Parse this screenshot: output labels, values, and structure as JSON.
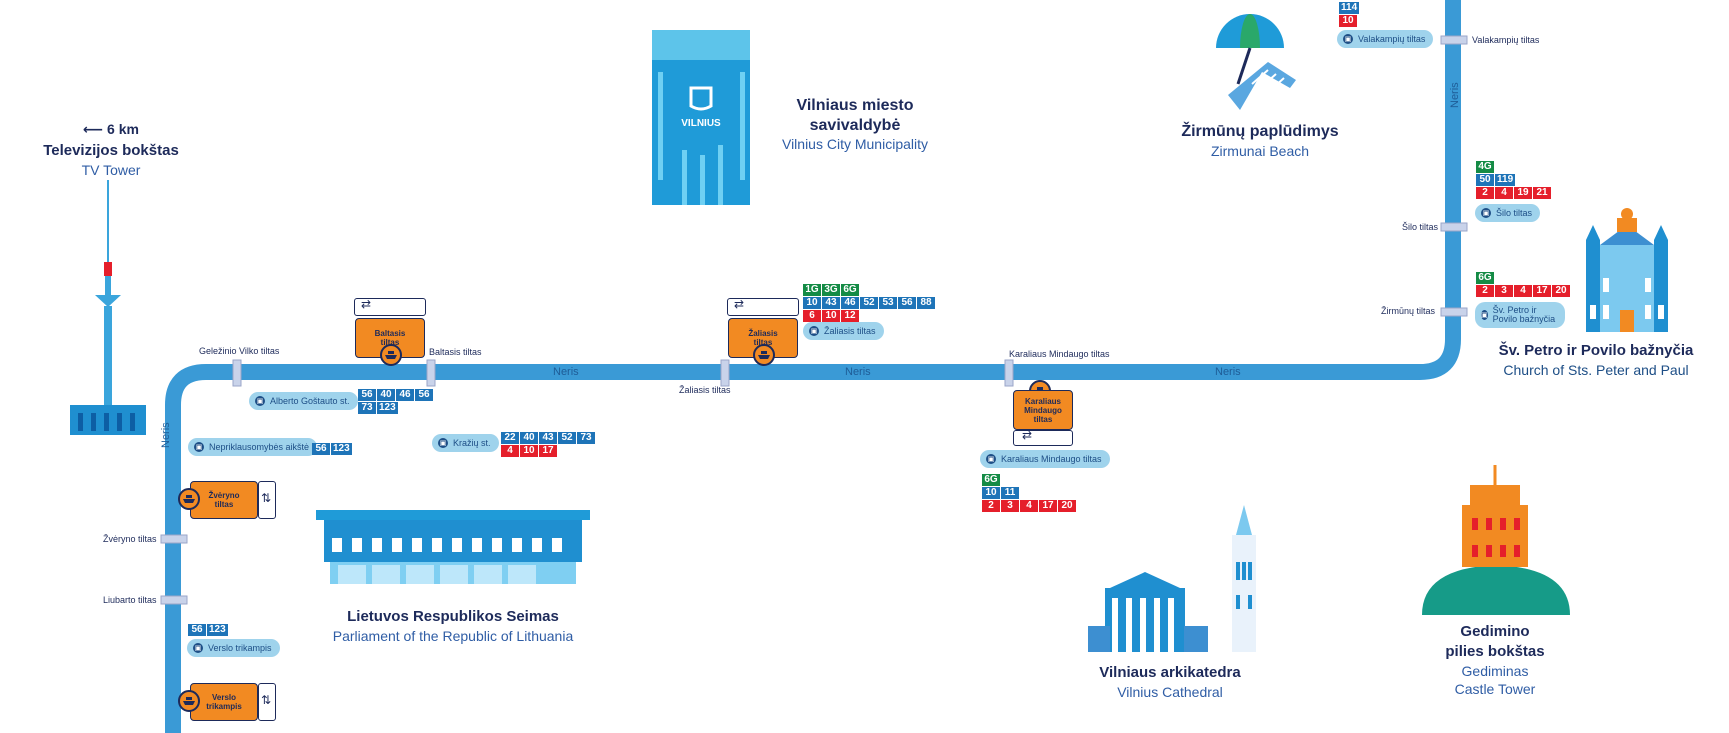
{
  "landmarks": {
    "tv_tower": {
      "distance": "6 km",
      "title": "Televizijos bokštas",
      "subtitle": "TV Tower"
    },
    "municipality": {
      "title_line1": "Vilniaus miesto",
      "title_line2": "savivaldybė",
      "subtitle": "Vilnius City Municipality",
      "logo_text": "VILNIUS"
    },
    "beach": {
      "title": "Žirmūnų paplūdimys",
      "subtitle": "Zirmunai Beach"
    },
    "church": {
      "title": "Šv. Petro ir Povilo bažnyčia",
      "subtitle": "Church of Sts. Peter and Paul"
    },
    "seimas": {
      "title": "Lietuvos Respublikos Seimas",
      "subtitle": "Parliament of the Republic of Lithuania"
    },
    "cathedral": {
      "title": "Vilniaus arkikatedra",
      "subtitle": "Vilnius Cathedral"
    },
    "gediminas": {
      "title_line1": "Gedimino",
      "title_line2": "pilies bokštas",
      "subtitle_line1": "Gediminas",
      "subtitle_line2": "Castle Tower"
    }
  },
  "river": {
    "name": "Neris"
  },
  "bridges": {
    "gelezinio_vilko": "Geležinio Vilko  tiltas",
    "baltasis": "Baltasis tiltas",
    "zaliasis": "Žaliasis tiltas",
    "karaliaus": "Karaliaus Mindaugo tiltas",
    "valakampiu": "Valakampių tiltas",
    "silo": "Šilo tiltas",
    "zirmunu": "Žirmūnų tiltas",
    "zveryno": "Žvėryno tiltas",
    "liubarto": "Liubarto tiltas"
  },
  "stops": {
    "valakampiu": "Valakampių tiltas",
    "silo": "Šilo tiltas",
    "petro_povilo": "Šv. Petro ir Povilo bažnyčia",
    "zaliasis": "Žaliasis tiltas",
    "alberto": "Alberto Goštauto st.",
    "nepriklausomybes": "Nepriklausomybės aikštė",
    "kraziu": "Kražių st.",
    "karaliaus": "Karaliaus Mindaugo tiltas",
    "verslo": "Verslo trikampis"
  },
  "ferries": {
    "baltasis": {
      "line1": "Baltasis",
      "line2": "tiltas"
    },
    "zaliasis": {
      "line1": "Žaliasis",
      "line2": "tiltas"
    },
    "karaliaus": {
      "line1": "Karaliaus",
      "line2": "Mindaugo",
      "line3": "tiltas"
    },
    "zveryno": {
      "line1": "Žvėryno",
      "line2": "tiltas"
    },
    "verslo": {
      "line1": "Verslo",
      "line2": "trikampis"
    }
  },
  "routes": {
    "valakampiu": {
      "blue": [
        "114"
      ],
      "red": [
        "10"
      ]
    },
    "silo": {
      "green": [
        "4G"
      ],
      "blue": [
        "50",
        "119"
      ],
      "red": [
        "2",
        "4",
        "19",
        "21"
      ]
    },
    "petro_povilo": {
      "green": [
        "6G"
      ],
      "red": [
        "2",
        "3",
        "4",
        "17",
        "20"
      ]
    },
    "zaliasis": {
      "green": [
        "1G",
        "3G",
        "6G"
      ],
      "blue": [
        "10",
        "43",
        "46",
        "52",
        "53",
        "56",
        "88"
      ],
      "red": [
        "6",
        "10",
        "12"
      ]
    },
    "alberto": {
      "row1": [
        "56",
        "40",
        "46",
        "56"
      ],
      "row2": [
        "73",
        "123"
      ]
    },
    "nepriklausomybes": {
      "blue": [
        "56",
        "123"
      ]
    },
    "kraziu": {
      "blue": [
        "22",
        "40",
        "43",
        "52",
        "73"
      ],
      "red": [
        "4",
        "10",
        "17"
      ]
    },
    "karaliaus": {
      "green": [
        "6G"
      ],
      "blue": [
        "10",
        "11"
      ],
      "red": [
        "2",
        "3",
        "4",
        "17",
        "20"
      ]
    },
    "verslo": {
      "blue": [
        "56",
        "123"
      ]
    }
  },
  "colors": {
    "river": "#3a9ad6",
    "ferry": "#f28a22",
    "bus_blue": "#1e74b8",
    "bus_red": "#e51f2b",
    "bus_green": "#148b45",
    "stop_bg": "#9fd3ec",
    "navy": "#1d2a5a"
  }
}
